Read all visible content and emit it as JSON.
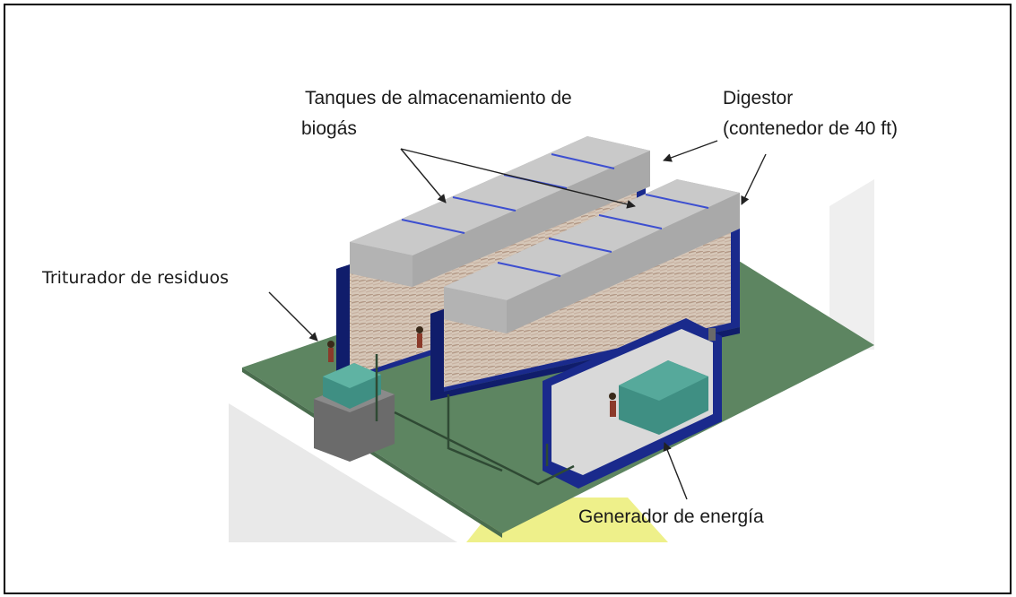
{
  "labels": {
    "tanques_line1": "Tanques de almacenamiento de",
    "tanques_line2": "biogás",
    "digestor_line1": "Digestor",
    "digestor_line2": "(contenedor de 40 ft)",
    "triturador": "Triturador de residuos",
    "generador": "Generador de energía"
  },
  "colors": {
    "ground": "#5d8561",
    "container_blue": "#1a2a8c",
    "tank_gray": "#bdbdbd",
    "generator_green": "#3f8f83",
    "highlight_yellow": "#eef08a"
  }
}
